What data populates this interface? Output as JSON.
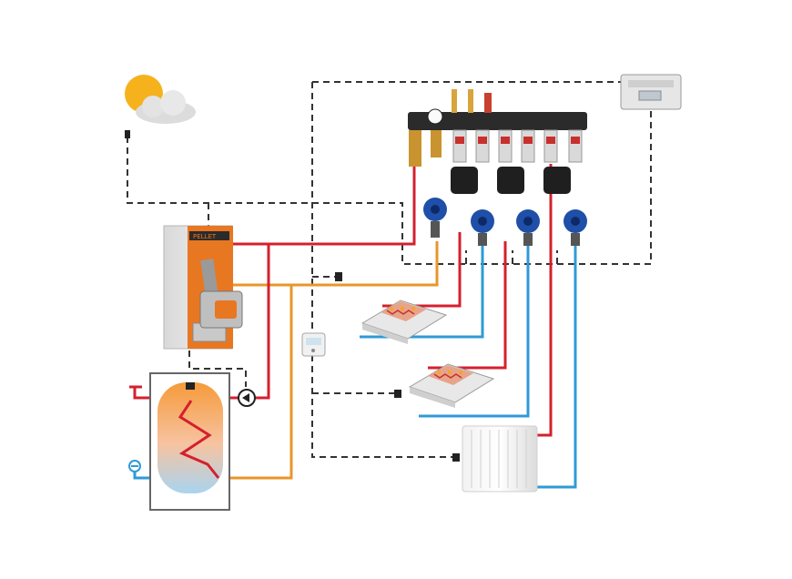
{
  "diagram": {
    "type": "heating-system-schematic",
    "colors": {
      "supply": "#d4202e",
      "return": "#2f9ad6",
      "boiler_return": "#e8962a",
      "control": "#333333",
      "boiler_body": "#e87722",
      "pump": "#1f4fa8",
      "manifold": "#2b2b2b"
    },
    "boiler": {
      "brand_text": "PELLET",
      "icons": [
        "boiler-icon",
        "pellet-burner-icon"
      ]
    },
    "weather_icon": "sun-cloud-icon",
    "controller_icon": "controller-unit-icon",
    "thermostat_icon": "room-thermostat-icon",
    "tank_icon": "hot-water-tank-icon",
    "radiator_icon": "radiator-icon",
    "underfloor_zones": 2,
    "pumps": 4
  }
}
